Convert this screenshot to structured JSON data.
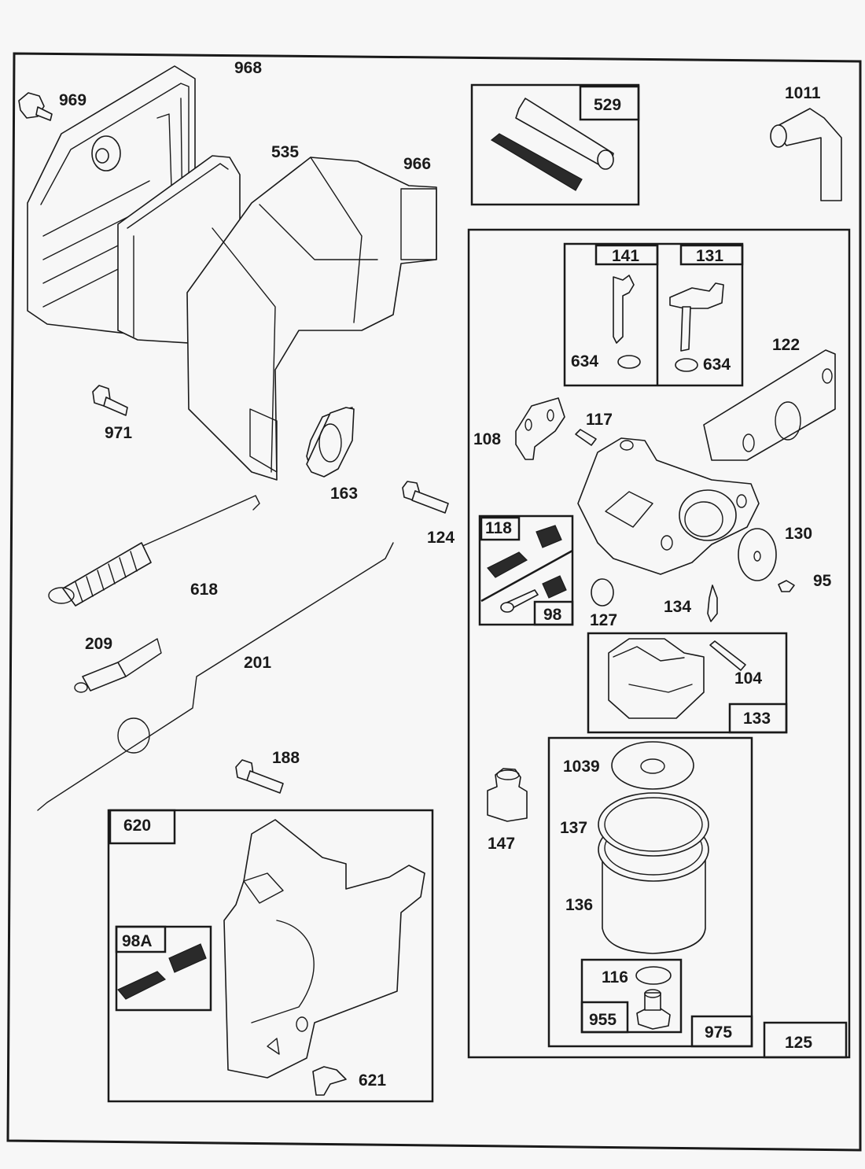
{
  "diagram": {
    "type": "exploded-parts-diagram",
    "subject": "Engine air cleaner, governor controls and carburetor assembly",
    "colors": {
      "ink": "#1a1a1a",
      "paper": "#f7f7f7"
    },
    "parts": {
      "p969": "969",
      "p968": "968",
      "p535": "535",
      "p966": "966",
      "p971": "971",
      "p163": "163",
      "p124": "124",
      "p618": "618",
      "p209": "209",
      "p201": "201",
      "p188": "188",
      "p621": "621",
      "p1011": "1011",
      "p122": "122",
      "p108": "108",
      "p117": "117",
      "p130": "130",
      "p95": "95",
      "p127": "127",
      "p134": "134",
      "p104": "104",
      "p147": "147",
      "p1039": "1039",
      "p137": "137",
      "p136": "136",
      "p116": "116",
      "p634a": "634",
      "p634b": "634"
    },
    "kits": {
      "k529": "529",
      "k141": "141",
      "k131": "131",
      "k118": "118",
      "k98": "98",
      "k133": "133",
      "k975": "975",
      "k955": "955",
      "k125": "125",
      "k620": "620",
      "k98A": "98A"
    }
  }
}
